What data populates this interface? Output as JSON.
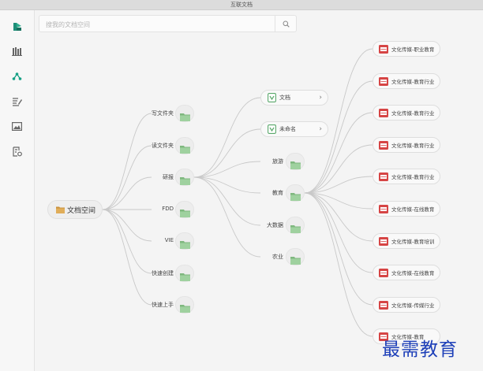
{
  "window": {
    "title": "互联文档"
  },
  "search": {
    "placeholder": "搜我的文档空间"
  },
  "sidebar": [
    {
      "icon": "app-logo-icon"
    },
    {
      "icon": "library-icon"
    },
    {
      "icon": "mindmap-icon",
      "active": true
    },
    {
      "icon": "notes-icon"
    },
    {
      "icon": "image-icon"
    },
    {
      "icon": "settings-doc-icon"
    }
  ],
  "mindmap": {
    "root": {
      "label": "文档空间"
    },
    "level1": [
      {
        "label": "写文件夹"
      },
      {
        "label": "读文件夹"
      },
      {
        "label": "研报"
      },
      {
        "label": "FDD"
      },
      {
        "label": "VIE"
      },
      {
        "label": "快速创建"
      },
      {
        "label": "快速上手"
      }
    ],
    "level2": [
      {
        "label": "文档",
        "kind": "doc"
      },
      {
        "label": "未命名",
        "kind": "doc"
      },
      {
        "label": "旅游",
        "kind": "folder"
      },
      {
        "label": "教育",
        "kind": "folder"
      },
      {
        "label": "大数据",
        "kind": "folder"
      },
      {
        "label": "农业",
        "kind": "folder"
      }
    ],
    "level3": [
      {
        "label": "文化传媒-职业教育"
      },
      {
        "label": "文化传媒-教育行业"
      },
      {
        "label": "文化传媒-教育行业"
      },
      {
        "label": "文化传媒-教育行业"
      },
      {
        "label": "文化传媒-教育行业"
      },
      {
        "label": "文化传媒-在线教育"
      },
      {
        "label": "文化传媒-教育培训"
      },
      {
        "label": "文化传媒-在线教育"
      },
      {
        "label": "文化传媒-传媒行业"
      },
      {
        "label": "文化传媒-教育"
      }
    ]
  },
  "colors": {
    "folder": "#8fc58f",
    "doc_icon": "#5aa86b",
    "pdf_icon": "#d64545",
    "accent": "#16a085",
    "line": "#c9c9c9"
  },
  "watermark": {
    "text": "最需教育"
  }
}
